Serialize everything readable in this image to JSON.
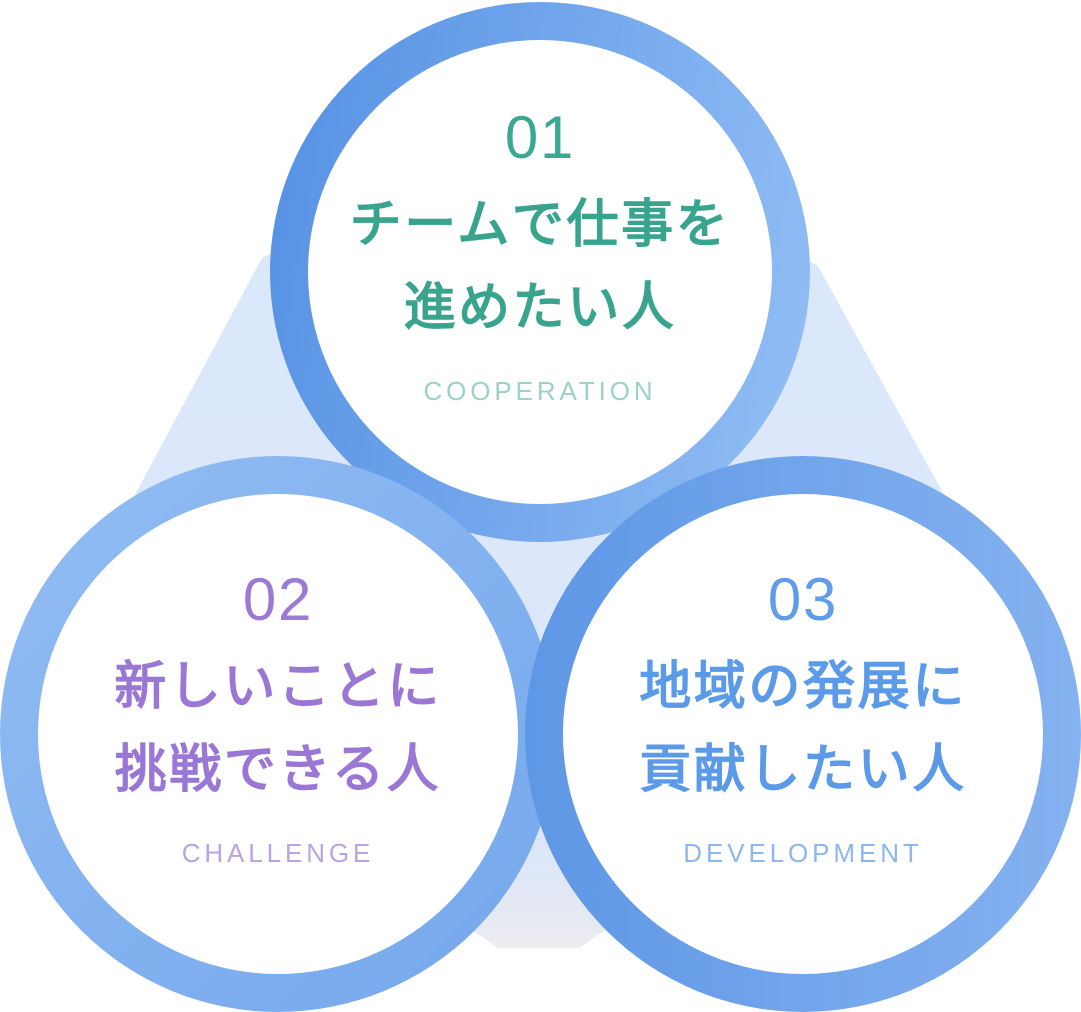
{
  "figure": {
    "items": [
      {
        "id": "cooperation",
        "number": "01",
        "title_line1": "チームで仕事を",
        "title_line2": "進めたい人",
        "label": "COOPERATION",
        "number_color": "#3BA893",
        "title_color": "#38A48E",
        "label_color": "#9AD2C5",
        "ring_gradient_start": "#5490E3",
        "ring_gradient_end": "#93BFF5"
      },
      {
        "id": "challenge",
        "number": "02",
        "title_line1": "新しいことに",
        "title_line2": "挑戦できる人",
        "label": "CHALLENGE",
        "number_color": "#9C79D5",
        "title_color": "#9B77D5",
        "label_color": "#B9A4E3",
        "ring_gradient_start": "#93BDF3",
        "ring_gradient_end": "#74A7EC"
      },
      {
        "id": "development",
        "number": "03",
        "title_line1": "地域の発展に",
        "title_line2": "貢献したい人",
        "label": "DEVELOPMENT",
        "number_color": "#5F9CE9",
        "title_color": "#5B9AE8",
        "label_color": "#8DB7F0",
        "ring_gradient_start": "#5E97E6",
        "ring_gradient_end": "#85B2F0"
      }
    ],
    "background_triangle": {
      "fill_top": "#DBE7FB",
      "fill_mid": "#DCE7FA",
      "fill_low": "#E7EAF1",
      "fill_bottom": "#EEEEF1"
    }
  }
}
